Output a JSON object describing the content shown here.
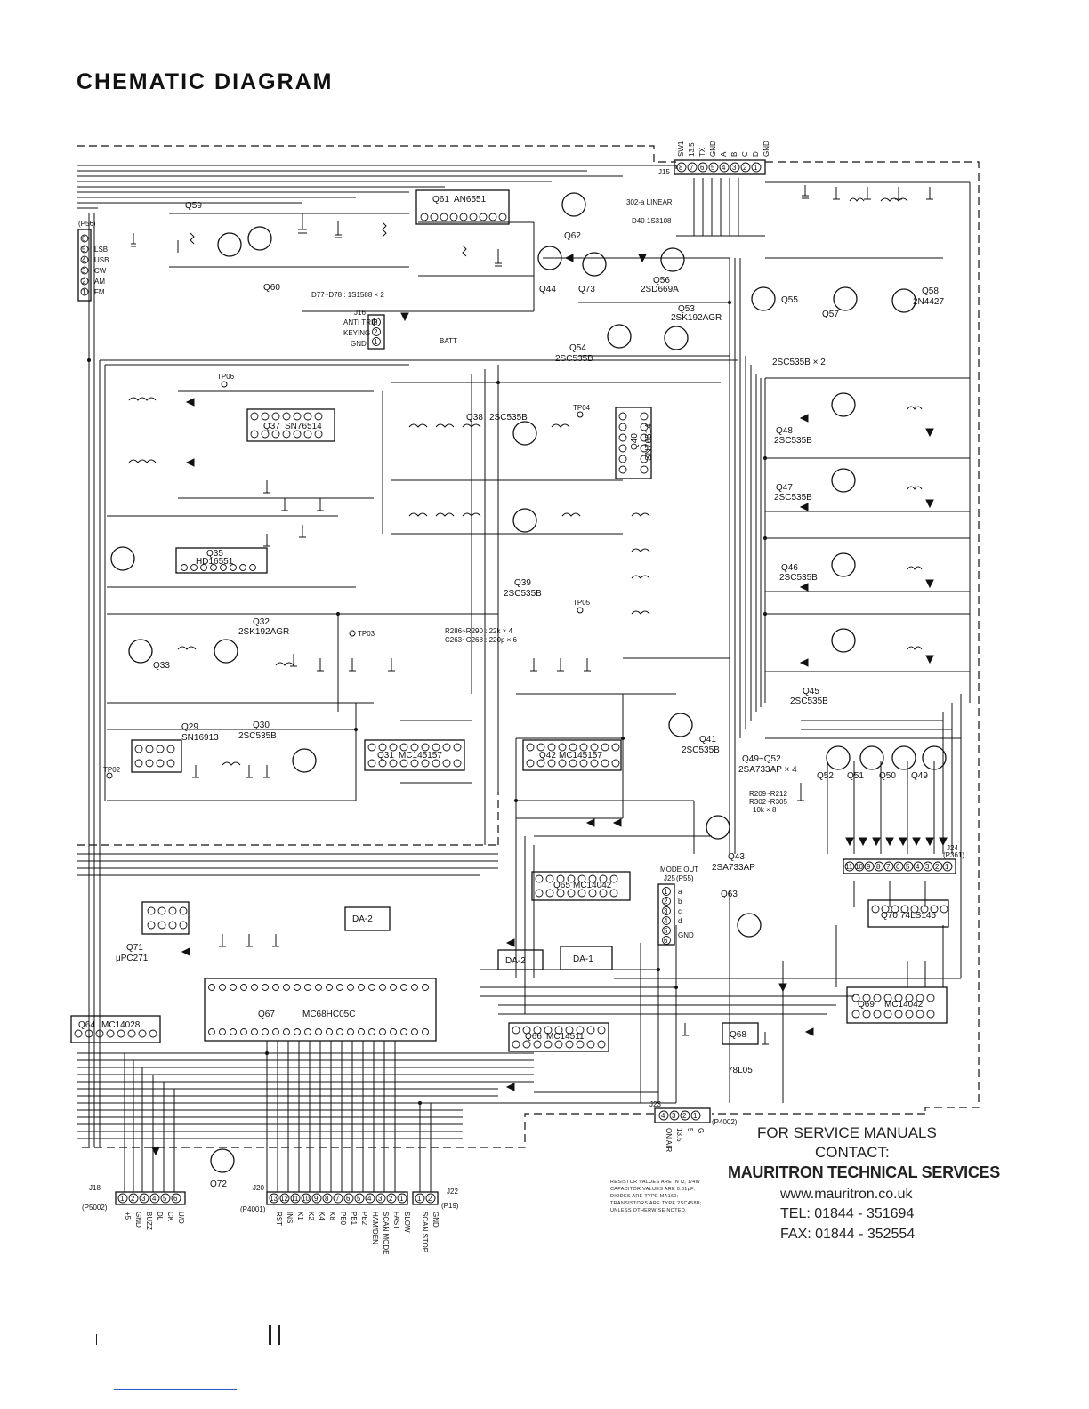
{
  "title": "CHEMATIC  DIAGRAM",
  "service": {
    "line1": "FOR SERVICE MANUALS",
    "line2": "CONTACT:",
    "line3": "MAURITRON TECHNICAL SERVICES",
    "line4": "www.mauritron.co.uk",
    "line5": "TEL: 01844 - 351694",
    "line6": "FAX: 01844 - 352554"
  },
  "notes": [
    "RESISTOR VALUES ARE IN Ω, 1/4W",
    "CAPACITOR VALUES ARE 0.01μF;",
    "DIODES ARE TYPE MA160;",
    "TRANSISTORS ARE TYPE 2SC458B;",
    "UNLESS OTHERWISE NOTED."
  ],
  "transistors": [
    {
      "ref": "Q59"
    },
    {
      "ref": "Q60"
    },
    {
      "ref": "Q62"
    },
    {
      "ref": "Q44"
    },
    {
      "ref": "Q73"
    },
    {
      "ref": "Q56",
      "type": "2SD669A"
    },
    {
      "ref": "Q55"
    },
    {
      "ref": "Q57"
    },
    {
      "ref": "Q58",
      "type": "2N4427"
    },
    {
      "ref": "Q53",
      "type": "2SK192AGR"
    },
    {
      "ref": "Q54",
      "type": "2SC535B"
    },
    {
      "ref": "Q48",
      "type": "2SC535B"
    },
    {
      "ref": "Q47",
      "type": "2SC535B"
    },
    {
      "ref": "Q46",
      "type": "2SC535B"
    },
    {
      "ref": "Q45",
      "type": "2SC535B"
    },
    {
      "ref": "Q38",
      "type": "2SC535B"
    },
    {
      "ref": "Q39",
      "type": "2SC535B"
    },
    {
      "ref": "Q32",
      "type": "2SK192AGR"
    },
    {
      "ref": "Q33"
    },
    {
      "ref": "Q30",
      "type": "2SC535B"
    },
    {
      "ref": "Q41",
      "type": "2SC535B"
    },
    {
      "ref": "Q43",
      "type": "2SA733AP"
    },
    {
      "ref": "Q52"
    },
    {
      "ref": "Q51"
    },
    {
      "ref": "Q50"
    },
    {
      "ref": "Q49"
    },
    {
      "ref": "Q63"
    },
    {
      "ref": "Q72"
    }
  ],
  "ics": [
    {
      "ref": "Q61",
      "type": "AN6551"
    },
    {
      "ref": "Q37",
      "type": "SN76514"
    },
    {
      "ref": "Q35",
      "type": "HD16551"
    },
    {
      "ref": "Q29",
      "type": "SN16913"
    },
    {
      "ref": "Q31",
      "type": "MC145157"
    },
    {
      "ref": "Q42",
      "type": "MC145157"
    },
    {
      "ref": "Q40",
      "type": "SN76514"
    },
    {
      "ref": "Q65",
      "type": "MC14042"
    },
    {
      "ref": "Q70",
      "type": "74LS145"
    },
    {
      "ref": "Q69",
      "type": "MC14042"
    },
    {
      "ref": "Q67",
      "type": "MC68HC05C"
    },
    {
      "ref": "Q64",
      "type": "MC14028"
    },
    {
      "ref": "Q66",
      "type": "MC14511"
    },
    {
      "ref": "Q71",
      "type": "μPC271"
    },
    {
      "ref": "Q68",
      "type": "78L05"
    }
  ],
  "labels": {
    "q49_52": "Q49~Q52",
    "q49_52_type": "2SA733AP × 4",
    "q45_48_note": "2SC535B × 2",
    "r209": "R209~R212",
    "r302": "R302~R305",
    "r209_val": "10k × 8",
    "r286": "R286~R290 : 22k × 4",
    "c263": "C263~C268 : 220p × 6",
    "d77": "D77~D78 : 1S1588 × 2",
    "d40": "D40 1S3108",
    "sw": "302-a LINEAR",
    "mode_out": "MODE OUT",
    "anti_trip": "ANTI TRIP",
    "keying": "KEYING",
    "gnd": "GND",
    "batt": "BATT",
    "da2": "DA-2",
    "da1": "DA-1",
    "da2b": "DA-2"
  },
  "connectors": {
    "j15": {
      "ref": "J15",
      "pins": [
        "8",
        "7",
        "6",
        "5",
        "4",
        "3",
        "2",
        "1"
      ],
      "labels": [
        "SW1",
        "13.5",
        "TX",
        "GND",
        "A",
        "B",
        "C",
        "D",
        "GND"
      ]
    },
    "j16": {
      "ref": "J16",
      "pins": [
        "3",
        "2",
        "1"
      ]
    },
    "j18": {
      "ref": "J18",
      "sub": "(P5002)",
      "pins": [
        "1",
        "2",
        "3",
        "4",
        "5",
        "6"
      ],
      "labels": [
        "+5",
        "GND",
        "BUZZ",
        "DL",
        "CK",
        "U/D"
      ]
    },
    "j20": {
      "ref": "J20",
      "sub": "(P4001)",
      "pins": [
        "13",
        "12",
        "11",
        "10",
        "9",
        "8",
        "7",
        "6",
        "5",
        "4",
        "3",
        "2",
        "1"
      ],
      "labels": [
        "RST",
        "INS",
        "K1",
        "K2",
        "K4",
        "K8",
        "PB0",
        "PB1",
        "PB2",
        "HAM/DEN",
        "SCAN MODE",
        "FAST",
        "SLOW"
      ]
    },
    "j22": {
      "ref": "J22",
      "sub": "(P19)",
      "pins": [
        "1",
        "2"
      ],
      "labels": [
        "SCAN STOP",
        "GND"
      ]
    },
    "j23": {
      "ref": "J23",
      "sub": "(P4002)",
      "pins": [
        "4",
        "3",
        "2",
        "1"
      ],
      "labels": [
        "ON AIR",
        "13.5",
        "5",
        "G"
      ]
    },
    "j24": {
      "ref": "J24",
      "sub": "(P361)",
      "pins": [
        "11",
        "10",
        "9",
        "8",
        "7",
        "6",
        "5",
        "4",
        "3",
        "2",
        "1"
      ]
    },
    "j25": {
      "ref": "J25",
      "sub": "(P55)",
      "pins": [
        "1",
        "2",
        "3",
        "4",
        "5",
        "6"
      ],
      "labels": [
        "a",
        "b",
        "c",
        "d",
        "GND"
      ]
    },
    "jl": {
      "ref": "(P56)",
      "pins": [
        "6",
        "5",
        "4",
        "3",
        "2",
        "1"
      ],
      "labels": [
        "LSB",
        "USB",
        "CW",
        "AM",
        "FM"
      ]
    }
  },
  "tps": [
    "TP06",
    "TP04",
    "TP05",
    "TP03",
    "TP02"
  ]
}
